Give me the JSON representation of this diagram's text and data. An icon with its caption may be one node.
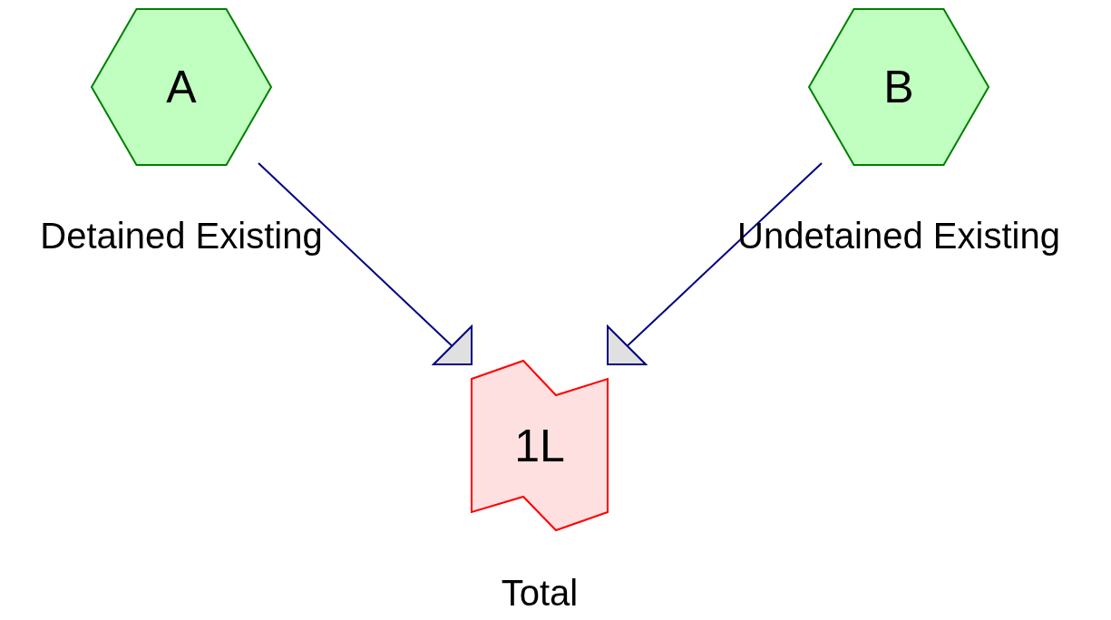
{
  "diagram": {
    "nodes": [
      {
        "text": [
          "A"
        ],
        "beside": [
          "Detained Existing"
        ]
      },
      {
        "text": [
          "B"
        ],
        "beside": [
          "Undetained Existing"
        ]
      },
      {
        "text": [
          "1L"
        ],
        "beside": [
          "Total"
        ]
      }
    ],
    "edges": [
      {
        "from": 0,
        "to": 2,
        "arrow": "to"
      },
      {
        "from": 1,
        "to": 2,
        "arrow": "to"
      }
    ]
  }
}
